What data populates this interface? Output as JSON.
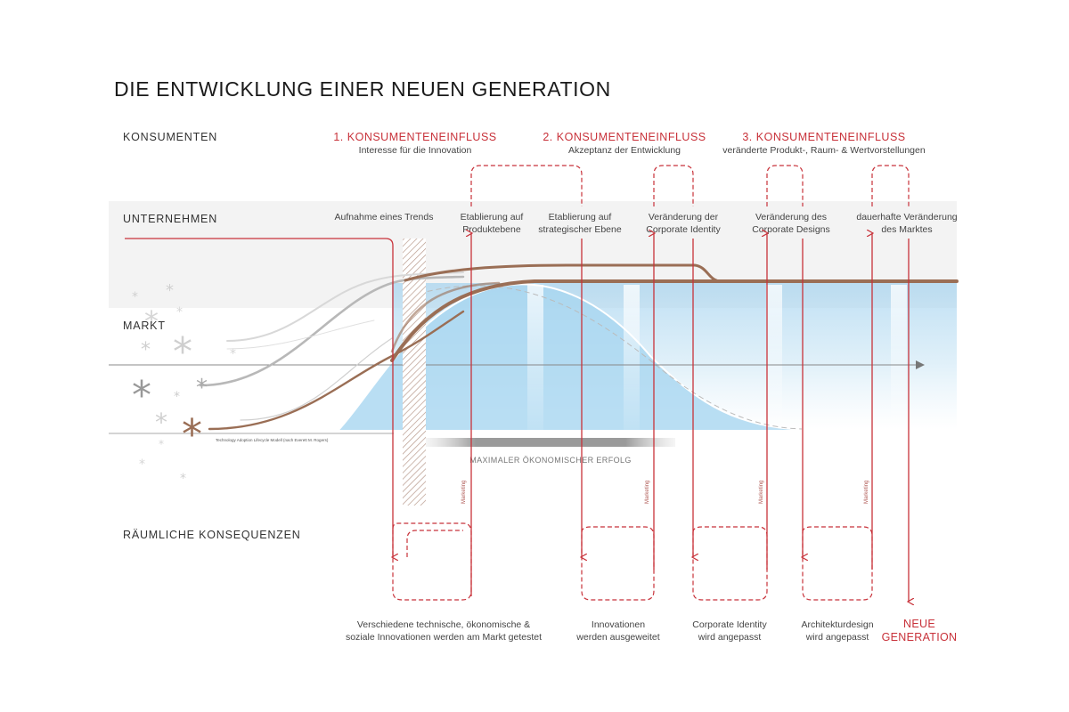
{
  "title": "DIE ENTWICKLUNG EINER NEUEN GENERATION",
  "lanes": {
    "konsumenten": "KONSUMENTEN",
    "unternehmen": "UNTERNEHMEN",
    "markt": "MARKT",
    "raeumlich": "RÄUMLICHE KONSEQUENZEN"
  },
  "einfluesse": [
    {
      "heading": "1. KONSUMENTENEINFLUSS",
      "sub": "Interesse für die Innovation"
    },
    {
      "heading": "2. KONSUMENTENEINFLUSS",
      "sub": "Akzeptanz der Entwicklung"
    },
    {
      "heading": "3. KONSUMENTENEINFLUSS",
      "sub": "veränderte Produkt-, Raum- & Wertvorstellungen"
    }
  ],
  "steps": [
    {
      "line1": "Aufnahme eines Trends",
      "line2": ""
    },
    {
      "line1": "Etablierung auf",
      "line2": "Produktebene"
    },
    {
      "line1": "Etablierung auf",
      "line2": "strategischer Ebene"
    },
    {
      "line1": "Veränderung der",
      "line2": "Corporate Identity"
    },
    {
      "line1": "Veränderung des",
      "line2": "Corporate Designs"
    },
    {
      "line1": "dauerhafte Veränderung",
      "line2": "des Marktes"
    }
  ],
  "marketing_label": "Marketing",
  "model_caption": "Technology Adoption Lifecycle Modell (nach Everett M. Rogers)",
  "erfolg_label": "MAXIMALER ÖKONOMISCHER ERFOLG",
  "outcomes": [
    {
      "line1": "Verschiedene technische, ökonomische &",
      "line2": "soziale Innovationen werden am Markt getestet"
    },
    {
      "line1": "Innovationen",
      "line2": "werden ausgeweitet"
    },
    {
      "line1": "Corporate Identity",
      "line2": "wird angepasst"
    },
    {
      "line1": "Architekturdesign",
      "line2": "wird angepasst"
    }
  ],
  "neue_generation": {
    "line1": "NEUE",
    "line2": "GENERATION"
  },
  "colors": {
    "accent_red": "#c8323a",
    "brown_curve": "#9a6e55",
    "market_blue": "#bcdff2",
    "band_grey": "#f3f3f3"
  }
}
